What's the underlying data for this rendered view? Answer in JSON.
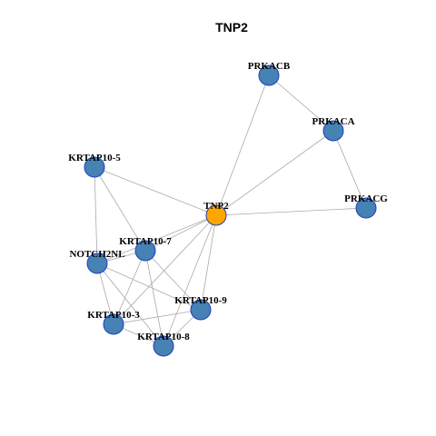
{
  "title": "TNP2",
  "colors": {
    "hub": "#FFA500",
    "node": "#4682B4",
    "node_border": "#1F3FBF",
    "edge": "#AAAAAA"
  },
  "nodes": [
    {
      "id": "TNP2",
      "label": "TNP2",
      "hub": true
    },
    {
      "id": "PRKACB",
      "label": "PRKACB",
      "hub": false
    },
    {
      "id": "PRKACA",
      "label": "PRKACA",
      "hub": false
    },
    {
      "id": "PRKACG",
      "label": "PRKACG",
      "hub": false
    },
    {
      "id": "KRTAP10-5",
      "label": "KRTAP10-5",
      "hub": false
    },
    {
      "id": "KRTAP10-7",
      "label": "KRTAP10-7",
      "hub": false
    },
    {
      "id": "NOTCH2NL",
      "label": "NOTCH2NL",
      "hub": false
    },
    {
      "id": "KRTAP10-9",
      "label": "KRTAP10-9",
      "hub": false
    },
    {
      "id": "KRTAP10-3",
      "label": "KRTAP10-3",
      "hub": false
    },
    {
      "id": "KRTAP10-8",
      "label": "KRTAP10-8",
      "hub": false
    }
  ],
  "edges": [
    [
      "TNP2",
      "PRKACB"
    ],
    [
      "TNP2",
      "PRKACA"
    ],
    [
      "TNP2",
      "PRKACG"
    ],
    [
      "PRKACB",
      "PRKACA"
    ],
    [
      "PRKACA",
      "PRKACG"
    ],
    [
      "TNP2",
      "KRTAP10-5"
    ],
    [
      "TNP2",
      "KRTAP10-7"
    ],
    [
      "TNP2",
      "NOTCH2NL"
    ],
    [
      "TNP2",
      "KRTAP10-9"
    ],
    [
      "TNP2",
      "KRTAP10-3"
    ],
    [
      "TNP2",
      "KRTAP10-8"
    ],
    [
      "KRTAP10-5",
      "NOTCH2NL"
    ],
    [
      "KRTAP10-5",
      "KRTAP10-7"
    ],
    [
      "KRTAP10-7",
      "NOTCH2NL"
    ],
    [
      "KRTAP10-7",
      "KRTAP10-9"
    ],
    [
      "KRTAP10-7",
      "KRTAP10-3"
    ],
    [
      "KRTAP10-7",
      "KRTAP10-8"
    ],
    [
      "NOTCH2NL",
      "KRTAP10-9"
    ],
    [
      "NOTCH2NL",
      "KRTAP10-3"
    ],
    [
      "NOTCH2NL",
      "KRTAP10-8"
    ],
    [
      "KRTAP10-9",
      "KRTAP10-3"
    ],
    [
      "KRTAP10-9",
      "KRTAP10-8"
    ],
    [
      "KRTAP10-3",
      "KRTAP10-8"
    ]
  ]
}
